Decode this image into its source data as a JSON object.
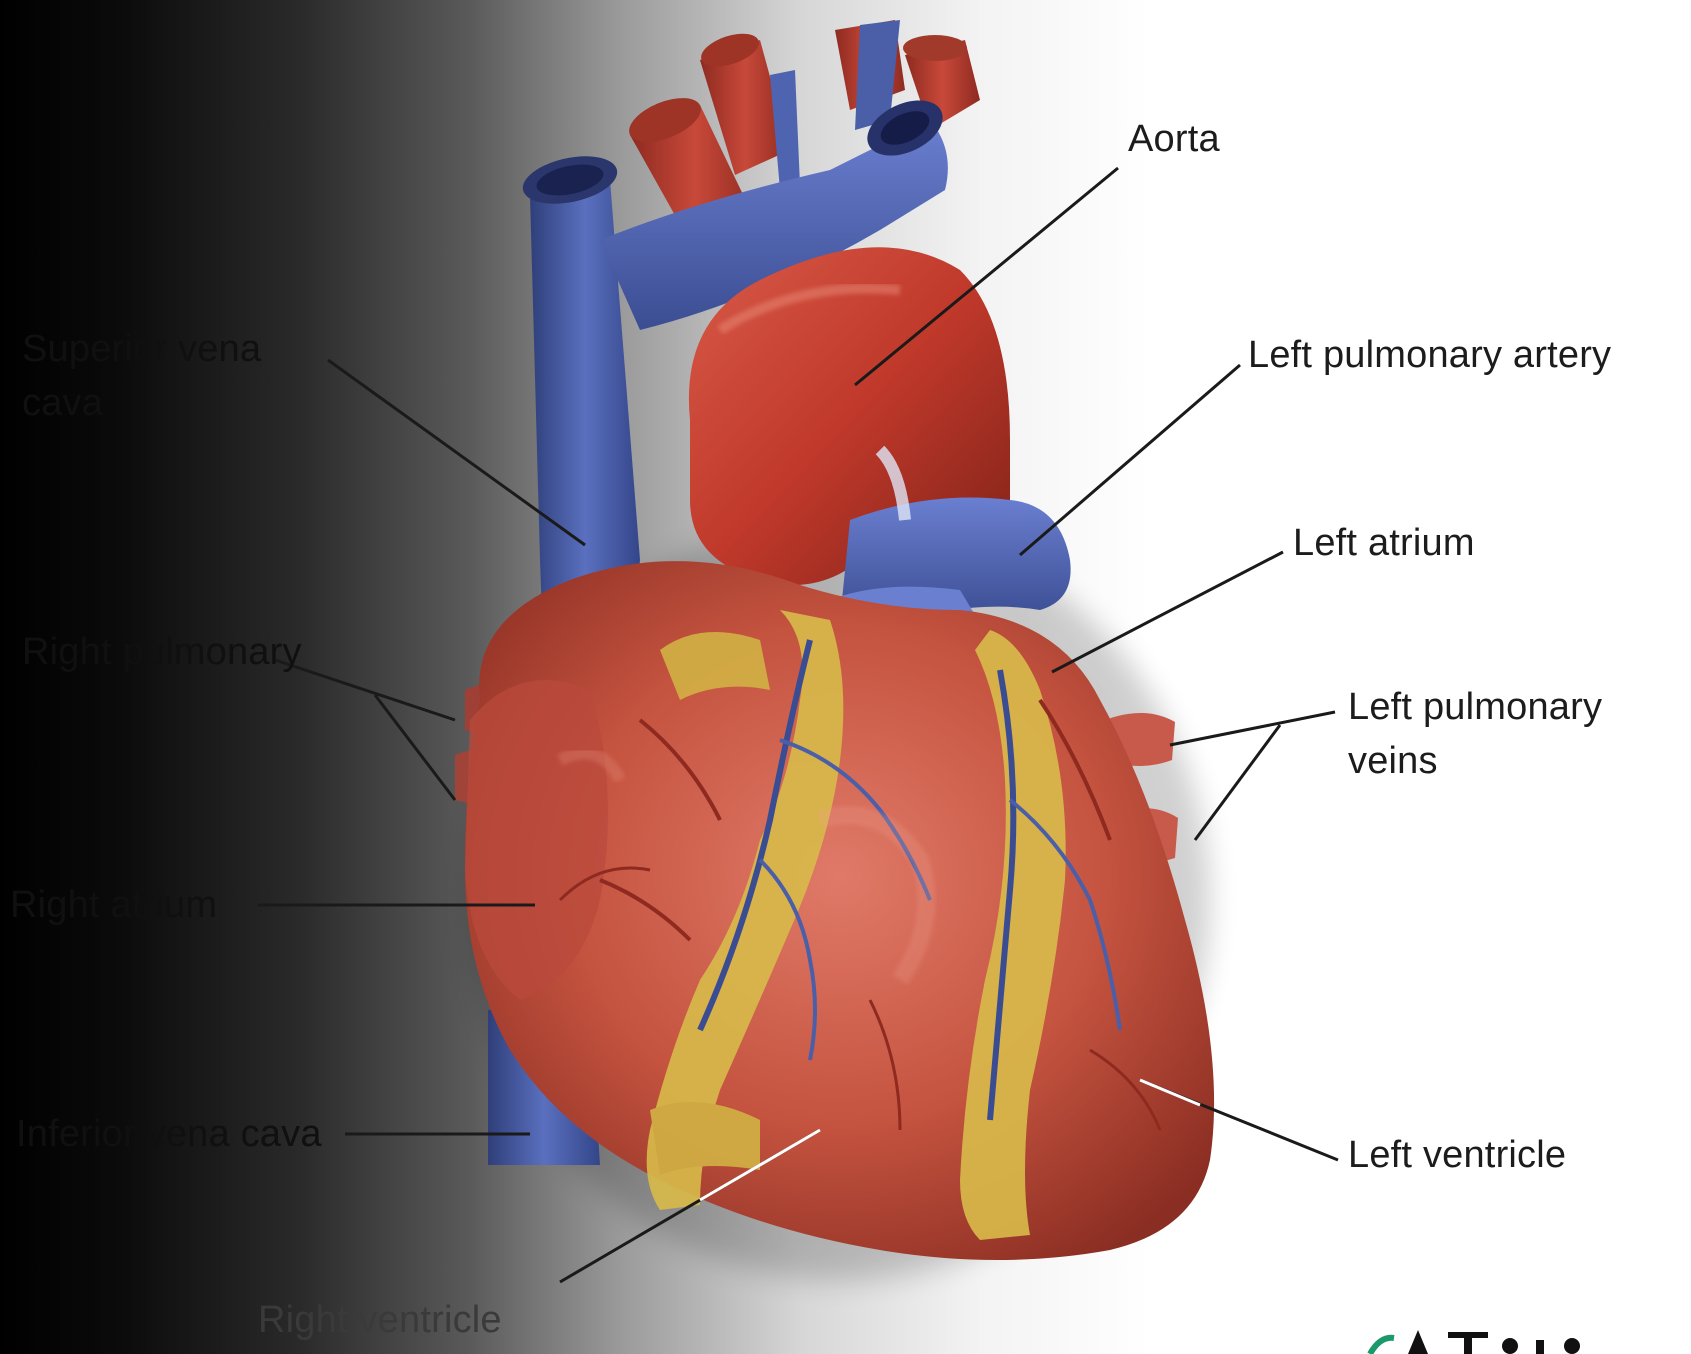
{
  "labels": {
    "superior_vena_cava": "Superior vena cava",
    "right_pulmonary": "Right pulmonary",
    "right_atrium": "Right atrium",
    "inferior_vena_cava": "Inferior vena cava",
    "right_ventricle": "Right ventricle",
    "aorta": "Aorta",
    "left_pulmonary_artery": "Left pulmonary artery",
    "left_atrium": "Left atrium",
    "left_pulmonary_veins": "Left pulmonary veins",
    "left_ventricle": "Left ventricle"
  },
  "colors": {
    "background_left": "#000000",
    "background_right": "#ffffff",
    "vein_blue": "#4a5fa8",
    "artery_red": "#b83a2e",
    "muscle_red": "#c9584a",
    "fat_yellow": "#d8b94a",
    "leader_line": "#1a1a1a",
    "leader_line_on_heart": "#ffffff"
  },
  "icons": {
    "logo": "brand-logo-icon"
  }
}
